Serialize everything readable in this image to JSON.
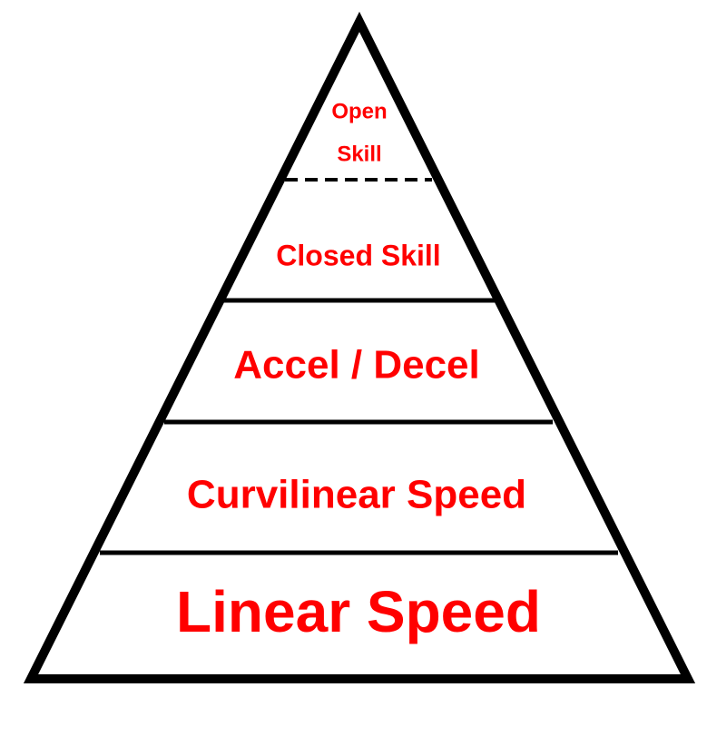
{
  "diagram": {
    "accent_color": "#ff0000",
    "outline_color": "#000000",
    "tiers": [
      {
        "id": "open-skill",
        "lines": [
          "Open",
          "Skill"
        ]
      },
      {
        "id": "closed-skill",
        "lines": [
          "Closed Skill"
        ]
      },
      {
        "id": "accel-decel",
        "lines": [
          "Accel / Decel"
        ]
      },
      {
        "id": "curvilinear-speed",
        "lines": [
          "Curvilinear Speed"
        ]
      },
      {
        "id": "linear-speed",
        "lines": [
          "Linear Speed"
        ]
      }
    ]
  }
}
